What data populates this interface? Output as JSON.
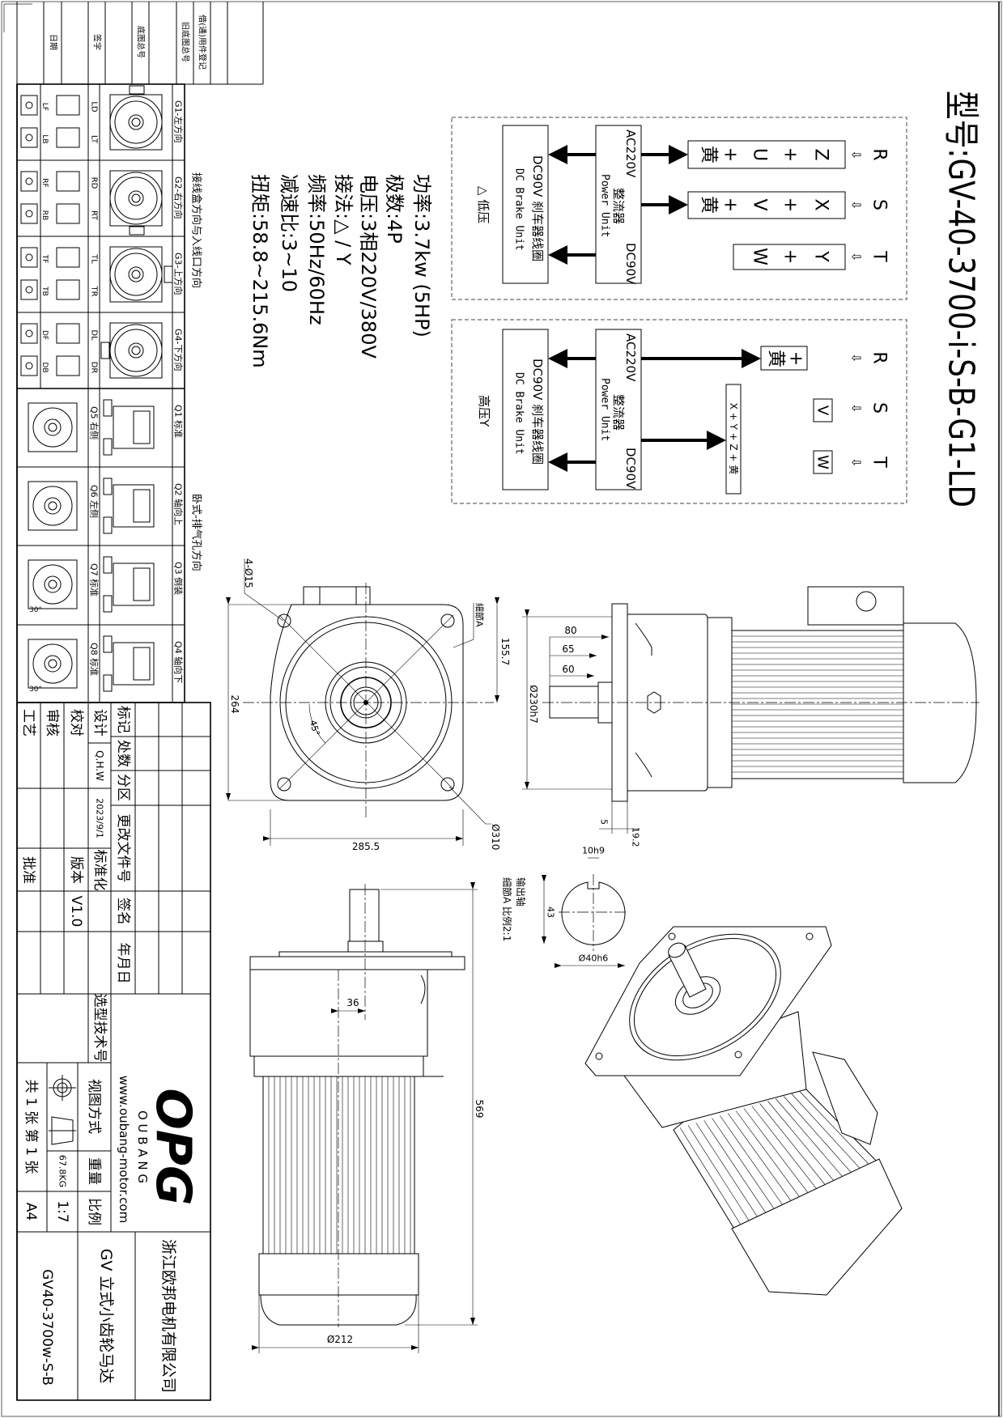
{
  "title": "型号:GV-40-3700-i-S-B-G1-LD",
  "specs": [
    "功率:3.7kw (5HP)",
    "极数:4P",
    "电压:3相220V/380V",
    "接法:△ / Y",
    "频率:50Hz/60Hz",
    "减速比:3~10",
    "扭矩:58.8~215.6Nm"
  ],
  "wiring": {
    "arrow_glyph": "⇦",
    "low": {
      "mode": "△ 低压",
      "phases": [
        "R",
        "S",
        "T"
      ],
      "rows": [
        [
          "黄",
          "+",
          "U",
          "+",
          "Z"
        ],
        [
          "黄",
          "+",
          "V",
          "+",
          "X"
        ],
        [
          "W",
          "+",
          "Y"
        ]
      ],
      "rectifier": {
        "ac": "AC220V",
        "cn": "整流器",
        "en": "Power Unit",
        "dc": "DC90V"
      },
      "brake": {
        "cn": "DC90V  刹车器线圈",
        "en": "DC Brake Unit"
      }
    },
    "high": {
      "mode": "高压Y",
      "phases": [
        "R",
        "S",
        "T"
      ],
      "yellow_box": [
        "黄",
        "+"
      ],
      "v": "V",
      "w": "W",
      "star": "X + Y + Z + 黄",
      "rectifier": {
        "ac": "AC220V",
        "cn": "整流器",
        "en": "Power Unit",
        "dc": "DC90V"
      },
      "brake": {
        "cn": "DC90V  刹车器线圈",
        "en": "DC Brake Unit"
      }
    }
  },
  "mounting": {
    "header_box": "接线盒方向与入线口方向",
    "header_horizontal": "卧式-排气孔方向",
    "angle": "30°",
    "g": [
      {
        "label": "G1-左方向",
        "subs": [
          "LD",
          "LT",
          "LF",
          "LB"
        ]
      },
      {
        "label": "G2-右方向",
        "subs": [
          "RD",
          "RT",
          "RF",
          "RB"
        ]
      },
      {
        "label": "G3-上方向",
        "subs": [
          "TL",
          "TR",
          "TF",
          "TB"
        ]
      },
      {
        "label": "G4-下方向",
        "subs": [
          "DL",
          "DR",
          "DF",
          "DB"
        ]
      }
    ],
    "q": [
      {
        "label": "Q1  标准",
        "sub": "Q5  右侧"
      },
      {
        "label": "Q2  轴向上",
        "sub": "Q6  左侧"
      },
      {
        "label": "Q3  倒装",
        "sub": "Q7  标准"
      },
      {
        "label": "Q4  轴向下",
        "sub": "Q8  标准"
      }
    ]
  },
  "dimensions": {
    "front": {
      "holes": "4-Ø15",
      "height": "264",
      "width": "285.5",
      "bolt_circle": "Ø310",
      "angle": "45°",
      "shaft_height": "155.7",
      "detail_ref": "細節A"
    },
    "side": {
      "l80": "80",
      "l65": "65",
      "l60": "60",
      "spigot": "Ø230h7",
      "t5": "5",
      "t19": "19.2"
    },
    "detail": {
      "title": "输出轴",
      "subtitle": "細節A  比例2:1",
      "key": "10h9",
      "height": "43",
      "dia": "Ø40h6"
    },
    "vertical": {
      "offset": "36",
      "length": "569",
      "dia": "Ø212"
    }
  },
  "revision_strip": [
    "日期",
    "签字",
    "底图总号",
    "旧底图总号",
    "借(通)用件登记"
  ],
  "title_block": {
    "rev_headers": [
      "标记",
      "处数",
      "分区",
      "更改文件号",
      "签名",
      "年月日"
    ],
    "roles": [
      "设计",
      "校对",
      "审核",
      "工艺"
    ],
    "designer": "Q.H.W",
    "date": "2023/9/1",
    "standardization": "标准化",
    "version_label": "版本",
    "version": "V1.0",
    "approve": "批准",
    "selection_no": "选型技术号",
    "logo": "OPG",
    "brand": "O U B A N G",
    "website": "www.oubang-motor.com",
    "view_method": "视图方式",
    "weight_label": "重量",
    "weight": "67.8KG",
    "scale_label": "比例",
    "scale": "1:7",
    "sheets": "共 1 张  第 1 张",
    "paper": "A4",
    "company": "浙江欧邦电机有限公司",
    "product": "GV  立式小齿轮马达",
    "model": "GV40-3700w-S-B"
  },
  "colors": {
    "line": "#000000",
    "frame": "#777777",
    "background": "#ffffff"
  }
}
